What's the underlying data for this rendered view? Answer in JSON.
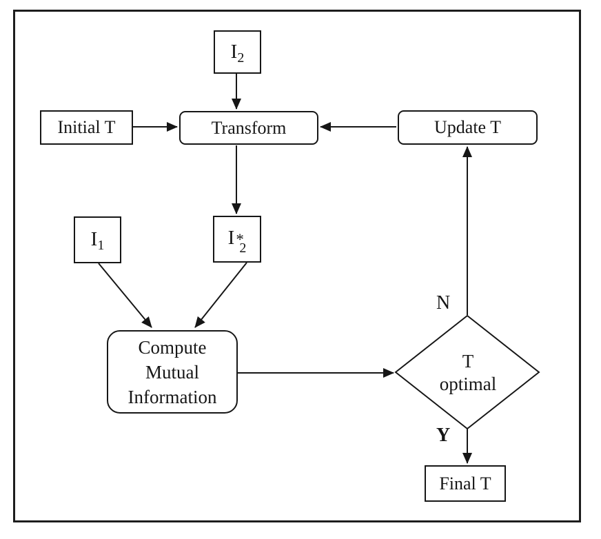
{
  "diagram": {
    "nodes": {
      "i2": {
        "base": "I",
        "sub": "2"
      },
      "initial_t": {
        "label": "Initial T"
      },
      "transform": {
        "label": "Transform"
      },
      "update_t": {
        "label": "Update T"
      },
      "i1": {
        "base": "I",
        "sub": "1"
      },
      "i2_star": {
        "base": "I",
        "sup": "*",
        "sub": "2"
      },
      "compute_mi": {
        "lines": [
          "Compute",
          "Mutual",
          "Information"
        ]
      },
      "decision": {
        "line1": "T",
        "line2": "optimal"
      },
      "final_t": {
        "label": "Final T"
      }
    },
    "edge_labels": {
      "no": "N",
      "yes": "Y"
    },
    "colors": {
      "line": "#161616",
      "background": "#ffffff"
    }
  }
}
